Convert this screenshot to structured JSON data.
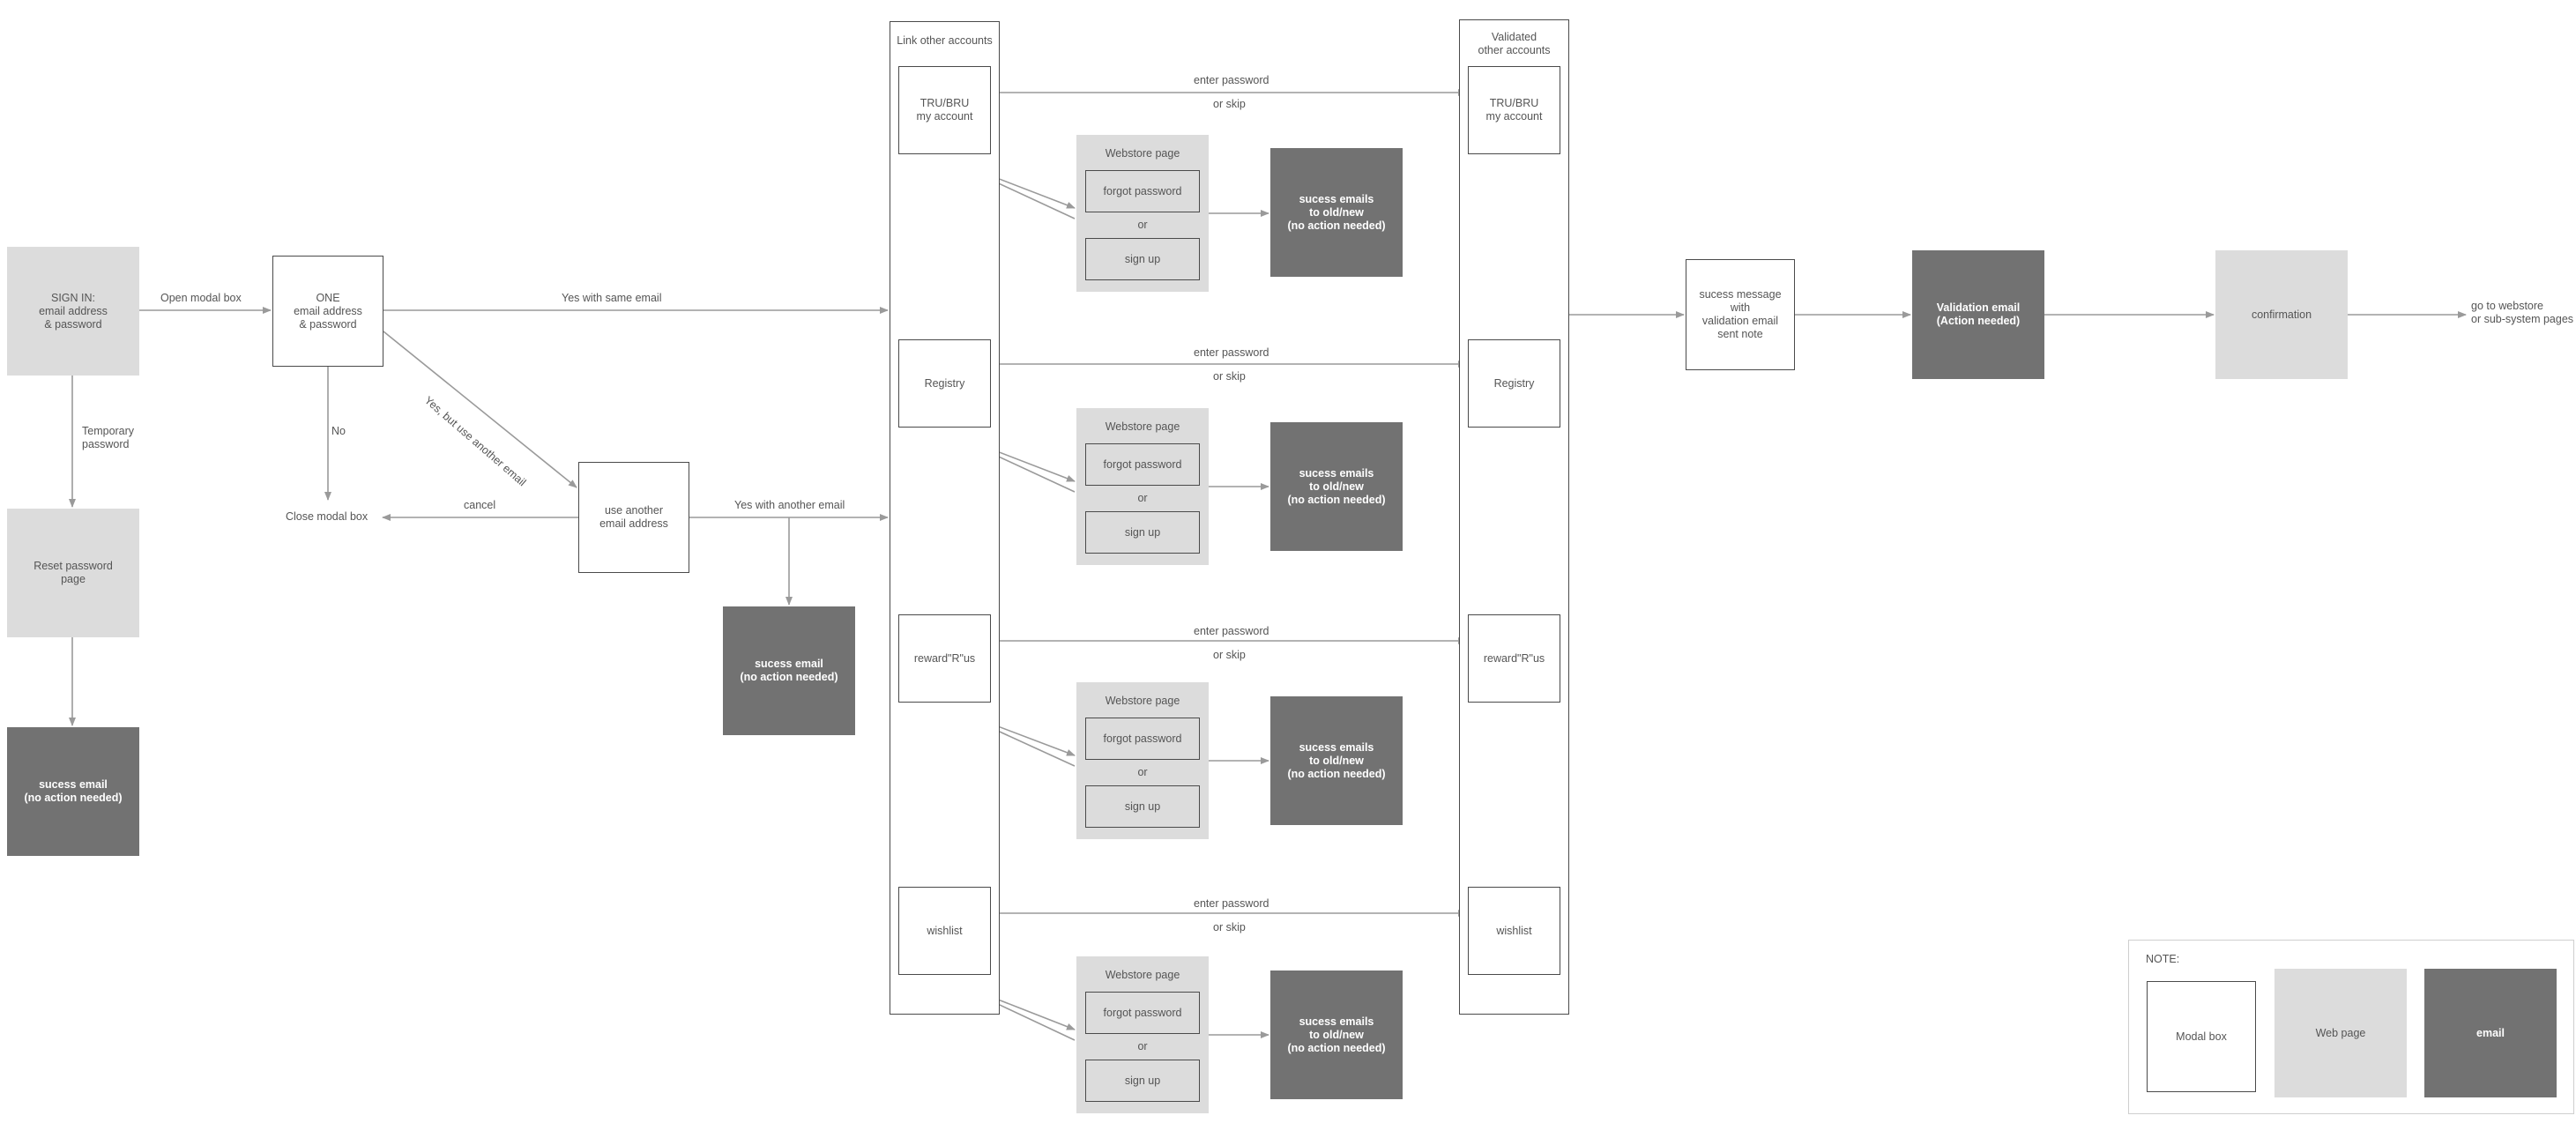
{
  "nodes": {
    "signin": "SIGN IN:\nemail address\n& password",
    "one": "ONE\nemail address\n& password",
    "reset": "Reset password\npage",
    "success_email_left": "sucess email\n(no action needed)",
    "close_modal": "Close modal box",
    "use_another": "use another\nemail address",
    "success_email_mid": "sucess email\n(no action needed)",
    "success_message": "sucess message\nwith\nvalidation email\nsent note",
    "validation_email": "Validation email\n(Action needed)",
    "confirmation": "confirmation",
    "go_to": "go to webstore\nor sub-system pages"
  },
  "edge_labels": {
    "open_modal": "Open modal box",
    "yes_same": "Yes with same email",
    "yes_but": "Yes, but use another email",
    "no": "No",
    "temporary": "Temporary\npassword",
    "cancel": "cancel",
    "yes_another": "Yes with another email"
  },
  "link_column": {
    "title": "Link other accounts",
    "accounts": [
      "TRU/BRU\nmy account",
      "Registry",
      "reward\"R\"us",
      "wishlist"
    ]
  },
  "validated_column": {
    "title": "Validated\nother accounts",
    "accounts": [
      "TRU/BRU\nmy account",
      "Registry",
      "reward\"R\"us",
      "wishlist"
    ]
  },
  "account_rows": [
    {
      "enter": "enter password",
      "skip": "or skip",
      "webstore_title": "Webstore page",
      "forgot": "forgot password",
      "or": "or",
      "signup": "sign up",
      "success": "sucess emails\nto old/new\n(no action needed)"
    },
    {
      "enter": "enter password",
      "skip": "or skip",
      "webstore_title": "Webstore page",
      "forgot": "forgot password",
      "or": "or",
      "signup": "sign up",
      "success": "sucess emails\nto old/new\n(no action needed)"
    },
    {
      "enter": "enter password",
      "skip": "or skip",
      "webstore_title": "Webstore page",
      "forgot": "forgot password",
      "or": "or",
      "signup": "sign up",
      "success": "sucess emails\nto old/new\n(no action needed)"
    },
    {
      "enter": "enter password",
      "skip": "or skip",
      "webstore_title": "Webstore page",
      "forgot": "forgot password",
      "or": "or",
      "signup": "sign up",
      "success": "sucess emails\nto old/new\n(no action needed)"
    }
  ],
  "legend": {
    "title": "NOTE:",
    "modal": "Modal box",
    "web": "Web page",
    "email": "email"
  },
  "colors": {
    "line": "#9a9a9a",
    "border": "#4a4a4a",
    "web_page": "#dcdcdc",
    "email": "#727272",
    "text": "#555555"
  }
}
